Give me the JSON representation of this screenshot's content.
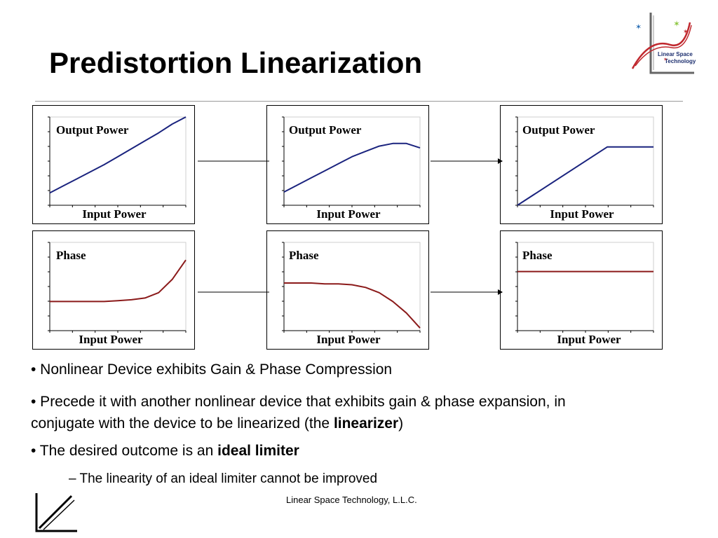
{
  "slide": {
    "title": "Predistortion Linearization",
    "footer": "Linear Space Technology, L.L.C."
  },
  "logo": {
    "line1": "Linear Space",
    "line2": "Technology",
    "colors": {
      "red": "#c0282e",
      "navy": "#1c2e6e",
      "green": "#8cc63f",
      "blue": "#2a6fb5",
      "gray": "#666666"
    }
  },
  "panels": [
    {
      "ylabel": "Output Power",
      "xlabel": "Input Power"
    },
    {
      "ylabel": "Output Power",
      "xlabel": "Input Power"
    },
    {
      "ylabel": "Output Power",
      "xlabel": "Input Power"
    },
    {
      "ylabel": "Phase",
      "xlabel": "Input Power"
    },
    {
      "ylabel": "Phase",
      "xlabel": "Input Power"
    },
    {
      "ylabel": "Phase",
      "xlabel": "Input Power"
    }
  ],
  "chart_data": [
    {
      "type": "line",
      "title": "",
      "xlabel": "Input Power",
      "ylabel": "Output Power",
      "xlim": [
        0,
        1
      ],
      "ylim": [
        0,
        1
      ],
      "series": [
        {
          "color": "#1a237e",
          "x": [
            0,
            0.1,
            0.2,
            0.3,
            0.4,
            0.5,
            0.6,
            0.7,
            0.8,
            0.9,
            1.0
          ],
          "y": [
            0.14,
            0.22,
            0.3,
            0.38,
            0.46,
            0.55,
            0.64,
            0.73,
            0.82,
            0.92,
            1.0
          ]
        }
      ]
    },
    {
      "type": "line",
      "title": "",
      "xlabel": "Input Power",
      "ylabel": "Output Power",
      "xlim": [
        0,
        1
      ],
      "ylim": [
        0,
        1
      ],
      "series": [
        {
          "color": "#1a237e",
          "x": [
            0,
            0.1,
            0.2,
            0.3,
            0.4,
            0.5,
            0.6,
            0.7,
            0.8,
            0.9,
            1.0
          ],
          "y": [
            0.15,
            0.23,
            0.31,
            0.39,
            0.47,
            0.55,
            0.61,
            0.67,
            0.7,
            0.7,
            0.65
          ]
        }
      ]
    },
    {
      "type": "line",
      "title": "",
      "xlabel": "Input Power",
      "ylabel": "Output Power",
      "xlim": [
        0,
        1
      ],
      "ylim": [
        0,
        1
      ],
      "series": [
        {
          "color": "#1a237e",
          "x": [
            0,
            0.66,
            1.0
          ],
          "y": [
            0.0,
            0.66,
            0.66
          ]
        }
      ]
    },
    {
      "type": "line",
      "title": "",
      "xlabel": "Input Power",
      "ylabel": "Phase",
      "xlim": [
        0,
        1
      ],
      "ylim": [
        0,
        1
      ],
      "series": [
        {
          "color": "#8b1a1a",
          "x": [
            0,
            0.1,
            0.2,
            0.3,
            0.4,
            0.5,
            0.6,
            0.7,
            0.8,
            0.9,
            1.0
          ],
          "y": [
            0.33,
            0.33,
            0.33,
            0.33,
            0.33,
            0.34,
            0.35,
            0.37,
            0.43,
            0.58,
            0.8
          ]
        }
      ]
    },
    {
      "type": "line",
      "title": "",
      "xlabel": "Input Power",
      "ylabel": "Phase",
      "xlim": [
        0,
        1
      ],
      "ylim": [
        0,
        1
      ],
      "series": [
        {
          "color": "#8b1a1a",
          "x": [
            0,
            0.1,
            0.2,
            0.3,
            0.4,
            0.5,
            0.6,
            0.7,
            0.8,
            0.9,
            1.0
          ],
          "y": [
            0.54,
            0.54,
            0.54,
            0.53,
            0.53,
            0.52,
            0.49,
            0.43,
            0.33,
            0.2,
            0.03
          ]
        }
      ]
    },
    {
      "type": "line",
      "title": "",
      "xlabel": "Input Power",
      "ylabel": "Phase",
      "xlim": [
        0,
        1
      ],
      "ylim": [
        0,
        1
      ],
      "series": [
        {
          "color": "#8b1a1a",
          "x": [
            0,
            1.0
          ],
          "y": [
            0.67,
            0.67
          ]
        }
      ]
    }
  ],
  "bullets": {
    "b1": "• Nonlinear Device exhibits Gain & Phase Compression",
    "b2_pre": "• Precede it with another nonlinear device that exhibits gain & phase expansion, in conjugate with the device to be linearized (the ",
    "b2_bold": "linearizer",
    "b2_post": ")",
    "b3_pre": "• The desired outcome is an ",
    "b3_bold": "ideal limiter",
    "b4": "– The linearity of an ideal limiter cannot be improved"
  }
}
